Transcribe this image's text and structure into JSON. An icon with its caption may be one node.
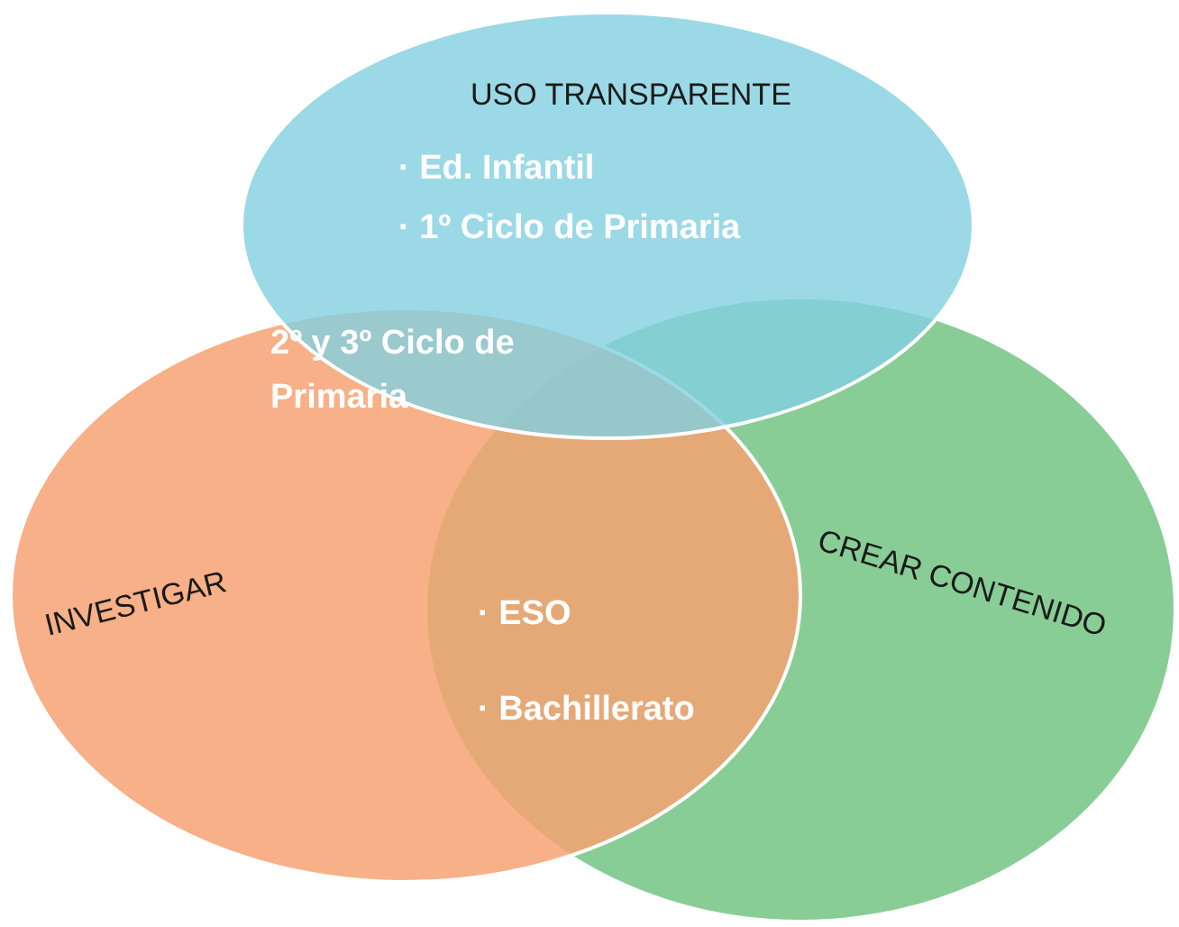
{
  "diagram": {
    "nodes": [
      {
        "text": [
          "USO TRANSPARENTE",
          "· Ed. Infantil",
          "· 1º Ciclo de Primaria"
        ]
      },
      {
        "text": [
          "INVESTIGAR"
        ]
      },
      {
        "text": [
          "CREAR CONTENIDO"
        ]
      }
    ],
    "labels": [
      "2º y 3º Ciclo de Primaria",
      "· ESO",
      "· Bachillerato"
    ]
  }
}
